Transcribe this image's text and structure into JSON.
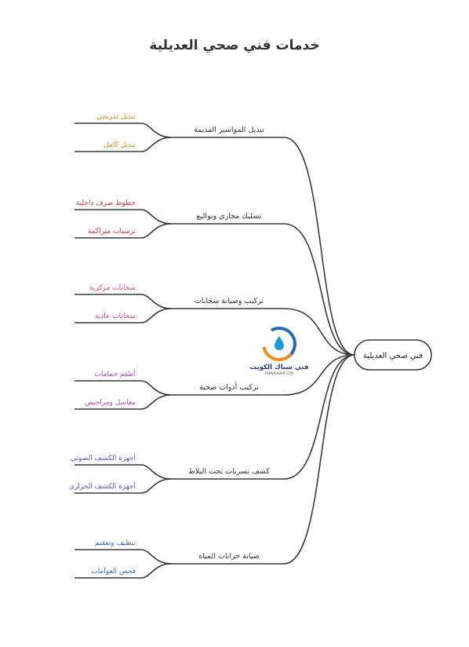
{
  "title": "خدمات فني صحي العديلية",
  "root": {
    "label": "فني صحي العديلية"
  },
  "logo": {
    "text": "فني سباك الكويت",
    "subtext": "FANNISABAK.COM"
  },
  "branches": [
    {
      "label": "تبديل المواسير القديمة",
      "color": "#d98a1c",
      "leaves": [
        "تبديل تدريجي",
        "تبديل كامل"
      ]
    },
    {
      "label": "تسليك مجاري وبواليع",
      "color": "#d23a2e",
      "leaves": [
        "خطوط صرف داخلية",
        "ترسبات متراكمة"
      ]
    },
    {
      "label": "تركيب وصيانة سخانات",
      "color": "#d63d8a",
      "leaves": [
        "سخانات مركزية",
        "سخانات عادية"
      ]
    },
    {
      "label": "تركيب أدوات صحية",
      "color": "#b54ec6",
      "leaves": [
        "أطقم حمامات",
        "مغاسل ومراحيض"
      ]
    },
    {
      "label": "كشف تسربات تحت البلاط",
      "color": "#6a52c8",
      "leaves": [
        "أجهزة الكشف الصوتي",
        "أجهزة الكشف الحراري"
      ]
    },
    {
      "label": "صيانة خزانات المياه",
      "color": "#3a6fb8",
      "leaves": [
        "تنظيف وتعقيم",
        "فحص العوامات"
      ]
    }
  ]
}
